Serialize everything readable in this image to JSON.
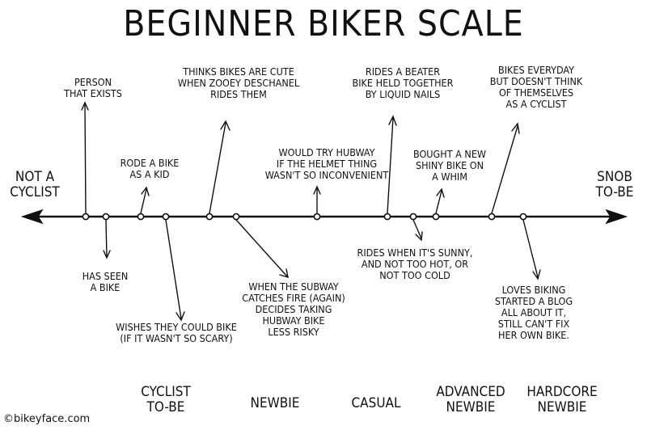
{
  "title": "BEGINNER BIKER SCALE",
  "left_end": "NOT A\nCYCLIST",
  "right_end": "SNOB\nTO-BE",
  "labels": [
    {
      "id": "person",
      "text": "PERSON\nTHAT EXISTS"
    },
    {
      "id": "seen",
      "text": "HAS SEEN\nA BIKE"
    },
    {
      "id": "rode",
      "text": "RODE A BIKE\nAS A KID"
    },
    {
      "id": "wishes",
      "text": "WISHES THEY COULD BIKE\n(IF IT WASN'T SO SCARY)"
    },
    {
      "id": "zooey",
      "text": "THINKS BIKES ARE CUTE\nWHEN ZOOEY DESCHANEL\nRIDES THEM"
    },
    {
      "id": "subway",
      "text": "WHEN THE SUBWAY\nCATCHES FIRE (AGAIN)\nDECIDES TAKING\nHUBWAY BIKE\nLESS RISKY"
    },
    {
      "id": "helmet",
      "text": "WOULD TRY HUBWAY\nIF THE HELMET THING\nWASN'T SO INCONVENIENT"
    },
    {
      "id": "beater",
      "text": "RIDES A BEATER\nBIKE HELD TOGETHER\nBY LIQUID NAILS"
    },
    {
      "id": "sunny",
      "text": "RIDES WHEN IT'S SUNNY,\nAND NOT TOO HOT, OR\nNOT TOO COLD"
    },
    {
      "id": "shiny",
      "text": "BOUGHT A NEW\nSHINY BIKE ON\nA WHIM"
    },
    {
      "id": "everyday",
      "text": "BIKES EVERYDAY\nBUT DOESN'T THINK\nOF THEMSELVES\nAS A CYCLIST"
    },
    {
      "id": "blog",
      "text": "LOVES BIKING\nSTARTED A BLOG\nALL ABOUT IT,\nSTILL CAN'T FIX\nHER OWN BIKE."
    }
  ],
  "categories": [
    "CYCLIST\nTO-BE",
    "NEWBIE",
    "CASUAL",
    "ADVANCED\nNEWBIE",
    "HARDCORE\nNEWBIE"
  ],
  "credit": "©bikeyface.com"
}
